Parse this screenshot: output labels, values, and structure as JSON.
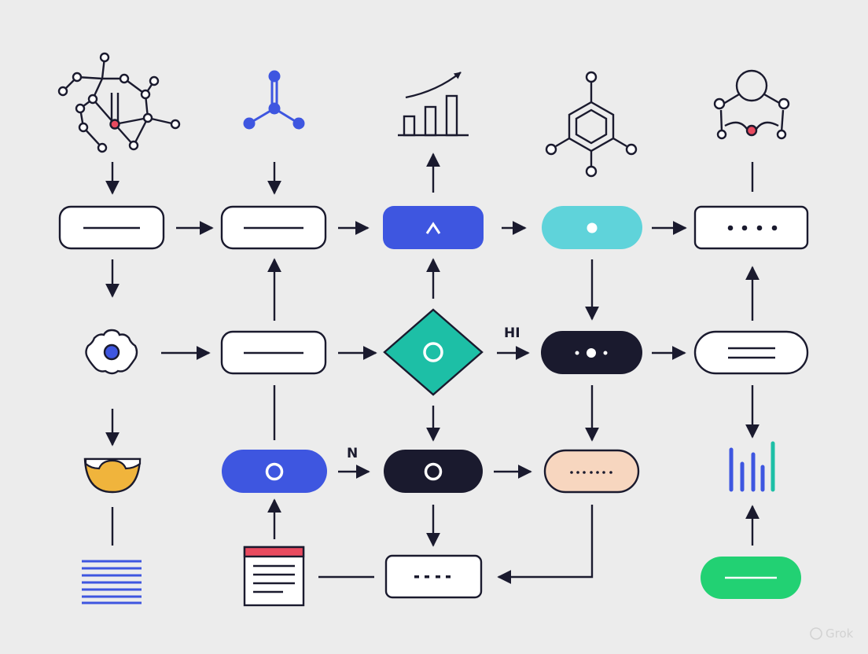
{
  "colors": {
    "background": "#ececec",
    "ink": "#1a1a2e",
    "white": "#ffffff",
    "blue": "#3e56e0",
    "teal": "#1dbfa6",
    "cyan": "#5fd3da",
    "navy": "#1a1a2e",
    "peach": "#f7d6bf",
    "green": "#22d173",
    "gold": "#f0b43c",
    "red": "#e84a5f"
  },
  "nodes": {
    "r1": [
      {
        "id": "white-line-pill",
        "icon": "line"
      },
      {
        "id": "white-line-pill",
        "icon": "line"
      },
      {
        "id": "blue-pill",
        "icon": "chevron-up"
      },
      {
        "id": "cyan-pill",
        "icon": "dot"
      },
      {
        "id": "white-pill",
        "icon": "four-dots"
      }
    ],
    "r2": [
      {
        "id": "flower-icon",
        "icon": "flower"
      },
      {
        "id": "white-line-pill",
        "icon": "line"
      },
      {
        "id": "teal-diamond",
        "icon": "ring"
      },
      {
        "id": "navy-pill",
        "icon": "dot-dot-dot"
      },
      {
        "id": "white-pill",
        "icon": "double-line"
      }
    ],
    "r3": [
      {
        "id": "bowl-icon",
        "icon": "bowl"
      },
      {
        "id": "blue-pill",
        "icon": "ring"
      },
      {
        "id": "navy-pill",
        "icon": "ring"
      },
      {
        "id": "peach-pill",
        "icon": "dotted-line"
      },
      {
        "id": "bar-signal-icon",
        "icon": "bars"
      }
    ],
    "r4": [
      {
        "id": "stacked-lines-icon",
        "icon": "lines"
      },
      {
        "id": "document-icon",
        "icon": "document"
      },
      {
        "id": "white-pill",
        "icon": "four-dots"
      },
      {
        "id": "green-pill",
        "icon": "line"
      }
    ]
  },
  "top_icons": [
    "molecule-network-icon",
    "molecule-blue-icon",
    "bar-chart-trend-icon",
    "benzene-ring-icon",
    "molecule-circle-icon"
  ],
  "edge_labels": {
    "hi": "HI",
    "n": "N"
  },
  "watermark": "Grok"
}
